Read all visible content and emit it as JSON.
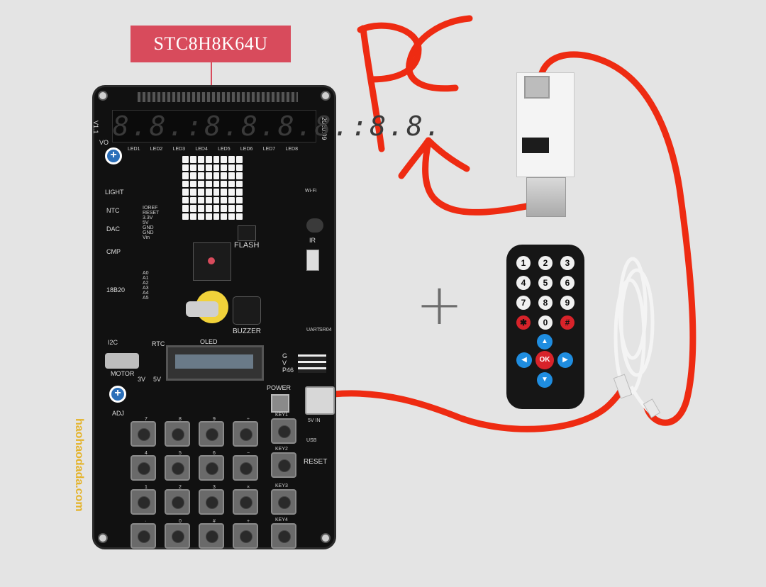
{
  "chip_callout": {
    "label": "STC8H8K64U",
    "color": "#d84b5c"
  },
  "handwritten_annotation": {
    "text": "PC",
    "color": "#ee2b12"
  },
  "board": {
    "brand": "haohaodada.com",
    "version": "V1.1",
    "date": "2020.09",
    "display_digits": "8.8.:8.8.8.8.:8.8.",
    "led_labels": [
      "LED1",
      "LED2",
      "LED3",
      "LED4",
      "LED5",
      "LED6",
      "LED7",
      "LED8"
    ],
    "left_labels": [
      "VO",
      "LIGHT",
      "NTC",
      "DAC",
      "CMP",
      "18B20",
      "I2C",
      "MOTOR",
      "ADJ"
    ],
    "module_labels": {
      "flash": "FLASH",
      "buzzer": "BUZZER",
      "oled": "OLED",
      "rtc": "RTC",
      "power": "POWER",
      "reset": "RESET",
      "wifi": "Wi-Fi",
      "ir": "IR",
      "uart": "UART",
      "sr04": "SR04",
      "usb_in": "5V IN",
      "usb": "USB",
      "v3": "3V",
      "v5": "5V"
    },
    "pin_labels_left": [
      "IOREF",
      "RESET",
      "3.3V",
      "5V",
      "GND",
      "GND",
      "Vin"
    ],
    "pin_labels_analog": [
      "A0",
      "A1",
      "A2",
      "A3",
      "A4",
      "A5"
    ],
    "oled_pins": [
      "G",
      "V",
      "P46"
    ],
    "keys": [
      "KEY1",
      "KEY2",
      "KEY3",
      "KEY4"
    ],
    "keypad_symbols": [
      "7",
      "8",
      "9",
      "÷",
      "4",
      "5",
      "6",
      "−",
      "1",
      "2",
      "3",
      "×",
      "·",
      "0",
      "#",
      "+"
    ]
  },
  "remote": {
    "number_keys": [
      "1",
      "2",
      "3",
      "4",
      "5",
      "6",
      "7",
      "8",
      "9",
      "✱",
      "0",
      "#"
    ],
    "dpad": {
      "up": "▲",
      "down": "▼",
      "left": "◀",
      "right": "▶",
      "ok": "OK"
    },
    "colors": {
      "body": "#161616",
      "key": "#f0f0f0",
      "red": "#d8232a",
      "blue": "#1f8de0"
    }
  },
  "plus_sign": "+"
}
